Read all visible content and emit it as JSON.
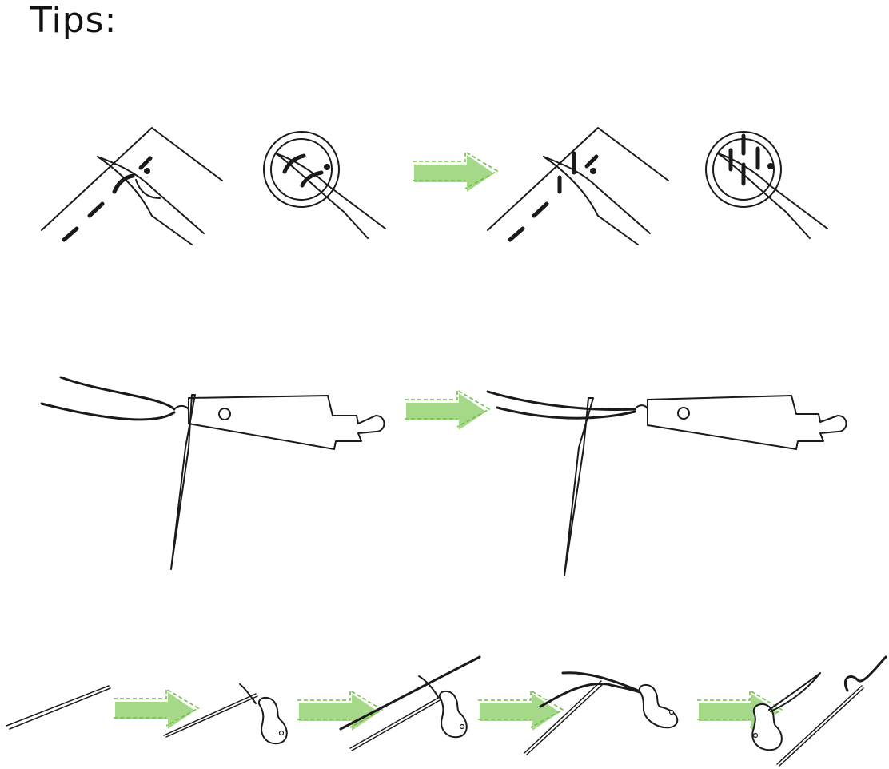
{
  "title": "Tips:",
  "colors": {
    "arrow_fill": "#9fd47e",
    "arrow_dash": "#7bbf4f",
    "ink": "#1a1a1a"
  },
  "icons": [
    "needle-threading-fabric",
    "needle-threading-button",
    "threader-with-thread",
    "gourd-threader",
    "green-arrow-icon"
  ]
}
